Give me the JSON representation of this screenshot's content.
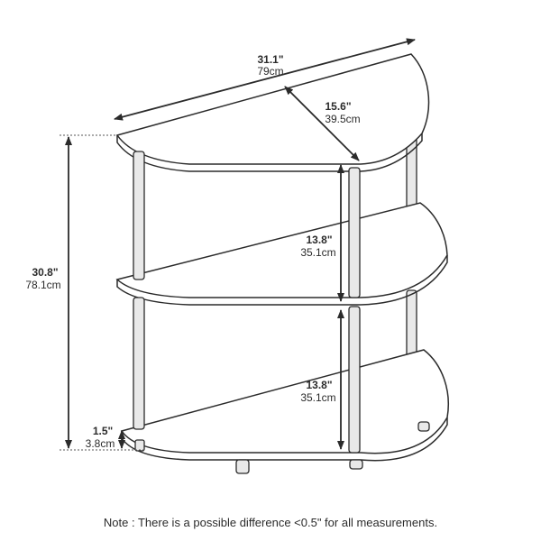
{
  "dimensions": {
    "width": {
      "imperial": "31.1\"",
      "metric": "79cm"
    },
    "depth": {
      "imperial": "15.6\"",
      "metric": "39.5cm"
    },
    "total_height": {
      "imperial": "30.8\"",
      "metric": "78.1cm"
    },
    "upper_clearance": {
      "imperial": "13.8\"",
      "metric": "35.1cm"
    },
    "lower_clearance": {
      "imperial": "13.8\"",
      "metric": "35.1cm"
    },
    "foot_height": {
      "imperial": "1.5\"",
      "metric": "3.8cm"
    }
  },
  "note": "Note : There is a possible difference <0.5\" for all measurements.",
  "colors": {
    "line": "#2b2b2b",
    "post_fill": "#e9e9e9",
    "shelf_fill": "#ffffff"
  }
}
